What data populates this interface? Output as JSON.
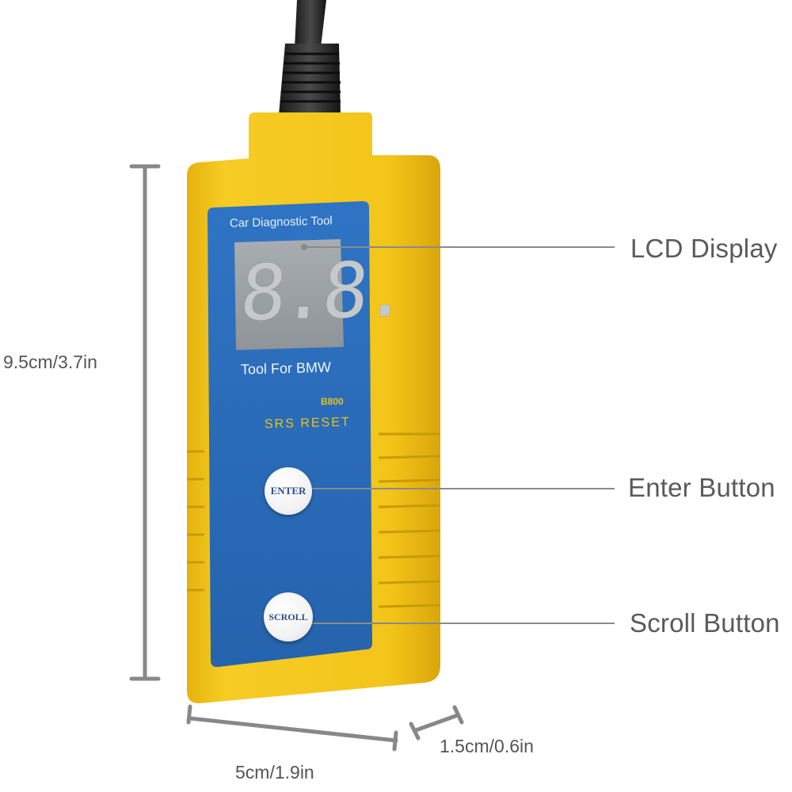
{
  "device": {
    "header_text": "Car Diagnostic Tool",
    "lcd_digits": "8.8.",
    "model_text": "Tool For BMW",
    "model_code": "B800",
    "function_text": "SRS RESET",
    "enter_button_label": "ENTER",
    "scroll_button_label": "SCROLL",
    "colors": {
      "body": "#f2c417",
      "panel": "#2d73c2",
      "lcd": "#9ea3a8",
      "accent_yellow": "#e8c21c"
    }
  },
  "callouts": {
    "lcd": "LCD Display",
    "enter": "Enter Button",
    "scroll": "Scroll Button"
  },
  "dimensions": {
    "height": "9.5cm/3.7in",
    "width": "5cm/1.9in",
    "depth": "1.5cm/0.6in"
  }
}
